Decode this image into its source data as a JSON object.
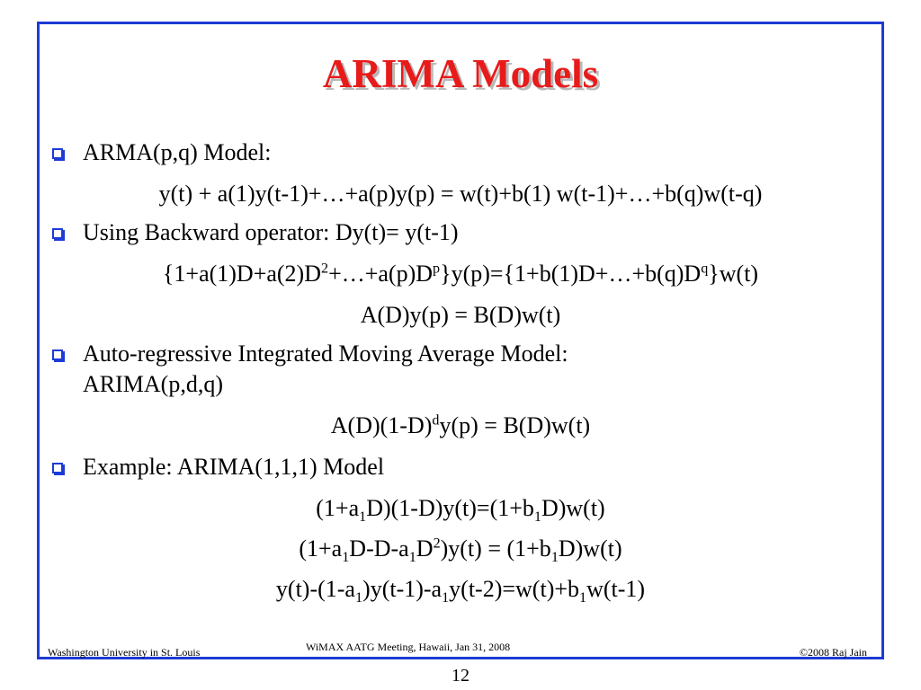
{
  "title": "ARIMA Models",
  "lines": {
    "b1": "ARMA(p,q) Model:",
    "eq1": "y(t) + a(1)y(t-1)+…+a(p)y(p) = w(t)+b(1) w(t-1)+…+b(q)w(t-q)",
    "b2": "Using Backward operator: Dy(t)= y(t-1)",
    "eq2": {
      "p1": "{1+a(1)D+a(2)D",
      "s1": "2",
      "p2": "+…+a(p)D",
      "s2": "p",
      "p3": "}y(p)={1+b(1)D+…+b(q)D",
      "s3": "q",
      "p4": "}w(t)"
    },
    "eq3": "A(D)y(p) = B(D)w(t)",
    "b3a": "Auto-regressive Integrated Moving Average Model:",
    "b3b": "ARIMA(p,d,q)",
    "eq4": {
      "p1": "A(D)(1-D)",
      "s1": "d",
      "p2": "y(p) = B(D)w(t)"
    },
    "b4": "Example: ARIMA(1,1,1) Model",
    "eq5": {
      "p1": "(1+a",
      "s1": "1",
      "p2": "D)(1-D)y(t)=(1+b",
      "s2": "1",
      "p3": "D)w(t)"
    },
    "eq6": {
      "p1": "(1+a",
      "s1": "1",
      "p2": "D-D-a",
      "s2": "1",
      "p3": "D",
      "s3": "2",
      "p4": ")y(t) = (1+b",
      "s4": "1",
      "p5": "D)w(t)"
    },
    "eq7": {
      "p1": "y(t)-(1-a",
      "s1": "1",
      "p2": ")y(t-1)-a",
      "s2": "1",
      "p3": "y(t-2)=w(t)+b",
      "s3": "1",
      "p4": "w(t-1)"
    }
  },
  "footer": {
    "left": "Washington University in St. Louis",
    "center": "WiMAX AATG Meeting, Hawaii, Jan 31, 2008",
    "right": "©2008 Raj Jain"
  },
  "page_number": "12",
  "colors": {
    "border": "#1d3bd6",
    "title": "#e81b1b",
    "bullet": "#1d3bd6"
  },
  "icons": {
    "bullet": "hollow-square-bullet-icon"
  }
}
